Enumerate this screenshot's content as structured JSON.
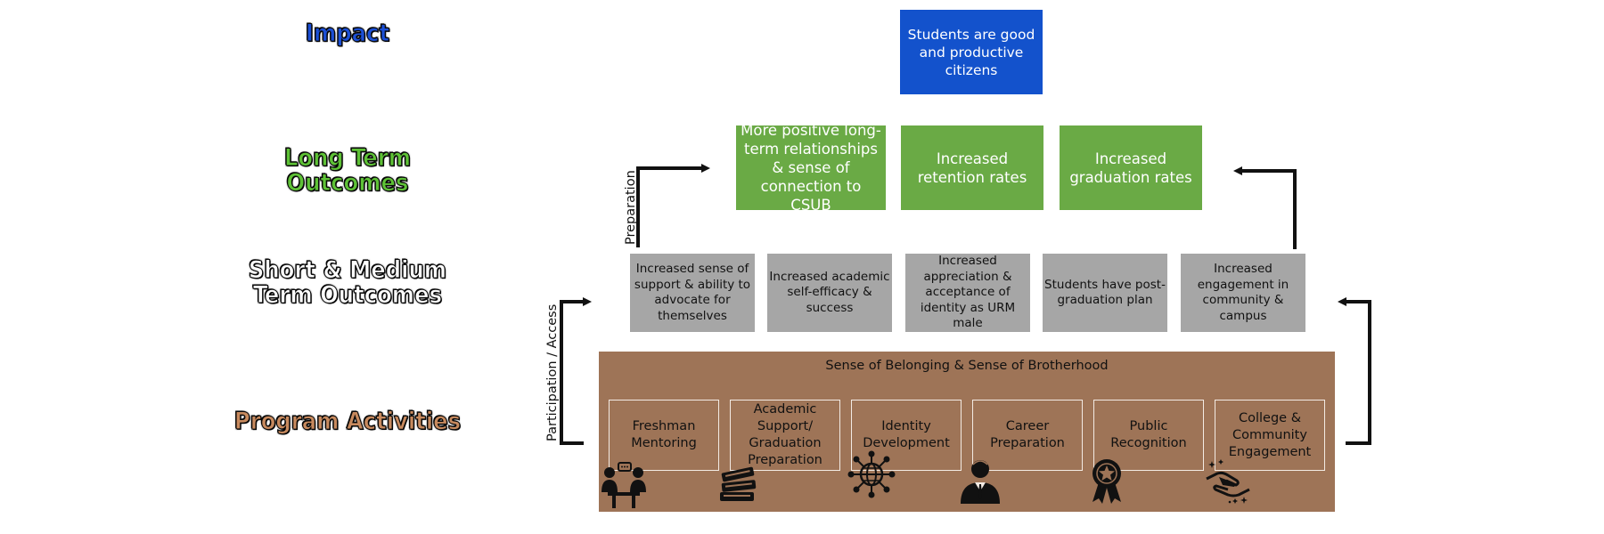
{
  "levels": {
    "impact": "Impact",
    "long_term": "Long Term Outcomes",
    "short_medium": "Short & Medium Term Outcomes",
    "program": "Program Activities"
  },
  "impact_box": "Students are good and productive citizens",
  "long_term_outcomes": [
    "More positive long-term relationships & sense of connection to CSUB",
    "Increased retention rates",
    "Increased graduation rates"
  ],
  "short_outcomes": [
    "Increased sense of support & ability to advocate for themselves",
    "Increased academic self-efficacy & success",
    "Increased appreciation & acceptance of identity as URM male",
    "Students have post-graduation plan",
    "Increased engagement in community & campus"
  ],
  "program": {
    "title": "Sense of Belonging & Sense of Brotherhood",
    "activities": [
      {
        "label": "Freshman Mentoring",
        "icon": "mentoring-icon"
      },
      {
        "label": "Academic Support/ Graduation Preparation",
        "icon": "books-icon"
      },
      {
        "label": "Identity Development",
        "icon": "globe-network-icon"
      },
      {
        "label": "Career Preparation",
        "icon": "businessman-icon"
      },
      {
        "label": "Public Recognition",
        "icon": "award-ribbon-icon"
      },
      {
        "label": "College & Community Engagement",
        "icon": "handshake-icon"
      }
    ]
  },
  "arrow_labels": {
    "participation": "Participation / Access",
    "preparation": "Preparation"
  },
  "colors": {
    "impact": "#1352cc",
    "long_term": "#6aaa45",
    "short_term": "#a6a6a6",
    "program": "#9e7457"
  }
}
